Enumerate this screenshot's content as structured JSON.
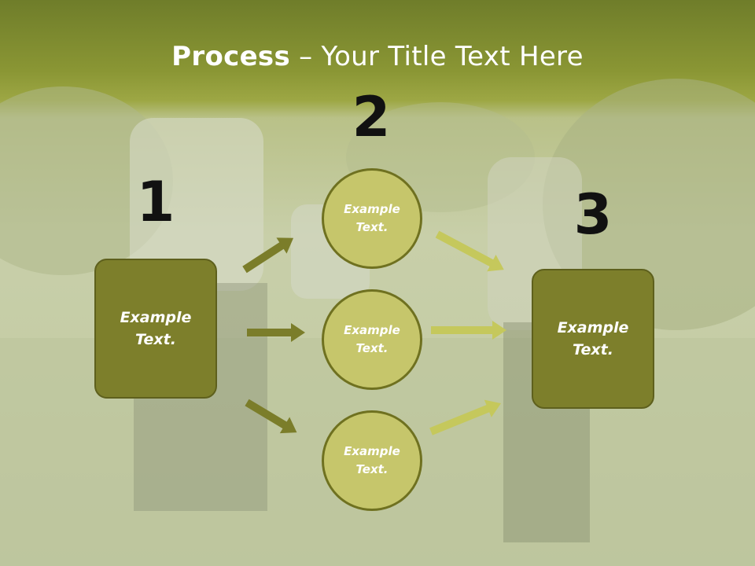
{
  "slide": {
    "title_bold": "Process",
    "title_rest": " – Your Title Text Here",
    "colors": {
      "box_fill": "#7d7f2b",
      "circle_fill": "#c6c66b",
      "arrow_dark": "#7b7d2a",
      "arrow_light": "#c5c85c"
    }
  },
  "steps": {
    "num1": "1",
    "num2": "2",
    "num3": "3"
  },
  "nodes": {
    "left_box": "Example\nText.",
    "circle_top": "Example\nText.",
    "circle_mid": "Example\nText.",
    "circle_bottom": "Example\nText.",
    "right_box": "Example\nText."
  }
}
